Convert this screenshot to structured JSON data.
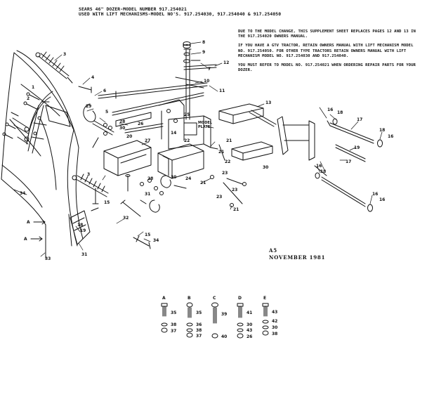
{
  "header": {
    "line1": "SEARS 46\" DOZER-MODEL NUMBER 917.254021",
    "line2": "USED WITH LIFT MECHANISMS-MODEL NO'S. 917.254030, 917.254040 & 917.254050"
  },
  "notes": [
    "DUE TO THE MODEL CHANGE, THIS SUPPLEMENT SHEET REPLACES PAGES 12 AND 13 IN THE 917.254020 OWNERS MANUAL.",
    "IF YOU HAVE A GTV TRACTOR, RETAIN OWNERS MANUAL WITH LIFT MECHANISM MODEL NO. 917.254050. FOR OTHER TYPE TRACTORS RETAIN OWNERS MANUAL WITH LIFT MECHANISM MODEL NO. 917.254030 AND 917.254040.",
    "YOU MUST REFER TO MODEL NO. 917.254021 WHEN ORDERING REPAIR PARTS FOR YOUR DOZER."
  ],
  "stamp": {
    "code": "A5",
    "date": "NOVEMBER 1981"
  },
  "callouts": {
    "c1": "1",
    "c2": "2",
    "c3": "3",
    "c3b": "3",
    "c4": "4",
    "c5": "5",
    "c6": "6",
    "c7": "7",
    "c8": "8",
    "c9": "9",
    "c10": "10",
    "c11": "11",
    "c12": "12",
    "c13": "13",
    "c14": "14",
    "c15": "15",
    "c15b": "15",
    "c16a": "16",
    "c16b": "16",
    "c16c": "16",
    "c16d": "16",
    "c17a": "17",
    "c17b": "17",
    "c18a": "18",
    "c18b": "18",
    "c19a": "19",
    "c19b": "19",
    "c20": "20",
    "c21a": "21",
    "c21b": "21",
    "c21c": "21",
    "c22": "22",
    "c23a": "23",
    "c23b": "23",
    "c24": "24",
    "c25": "25",
    "c26": "26",
    "c27": "27",
    "c28a": "28",
    "c28b": "28",
    "c29": "29",
    "c30a": "30",
    "c30b": "30",
    "c31": "31",
    "c32": "32",
    "c33": "33",
    "c34": "34",
    "plateLbl1": "MODEL",
    "plateLbl2": "PLATE",
    "arrowA1": "A",
    "arrowA2": "A"
  },
  "hardware_sets": [
    {
      "letter": "A",
      "labels": [
        "35",
        "38",
        "37"
      ]
    },
    {
      "letter": "B",
      "labels": [
        "35",
        "36",
        "38",
        "37"
      ]
    },
    {
      "letter": "C",
      "labels": [
        "39",
        "40"
      ]
    },
    {
      "letter": "D",
      "labels": [
        "41",
        "30",
        "43",
        "26"
      ]
    },
    {
      "letter": "E",
      "labels": [
        "43",
        "42",
        "30",
        "38"
      ]
    }
  ]
}
